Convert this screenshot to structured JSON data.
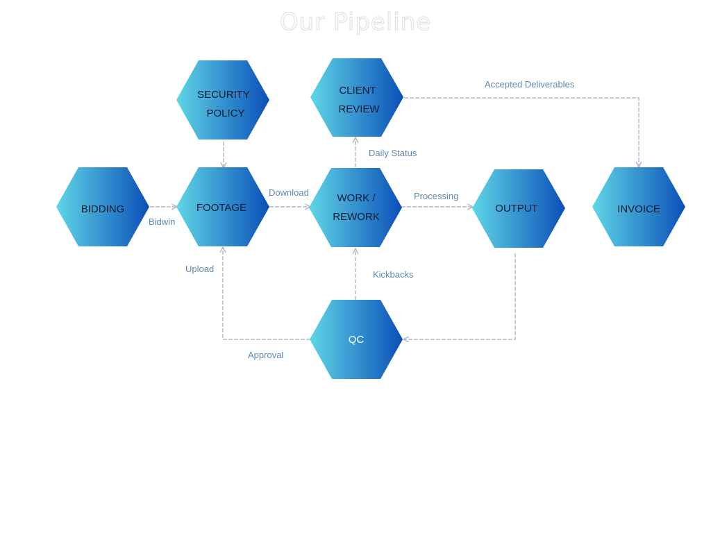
{
  "title": "Our Pipeline",
  "colors": {
    "hex_start": "#5fd6e6",
    "hex_end": "#0b4fb8",
    "connector": "#b5b7c9",
    "edge_label": "#5f88b0"
  },
  "nodes": {
    "security_policy": [
      "SECURITY",
      "POLICY"
    ],
    "client_review": [
      "CLIENT",
      "REVIEW"
    ],
    "bidding": [
      "BIDDING"
    ],
    "footage": [
      "FOOTAGE"
    ],
    "work_rework": [
      "WORK /",
      "REWORK"
    ],
    "output": [
      "OUTPUT"
    ],
    "invoice": [
      "INVOICE"
    ],
    "qc": [
      "QC"
    ]
  },
  "edges": {
    "accepted_deliverables": "Accepted Deliverables",
    "daily_status": "Daily Status",
    "download": "Download",
    "bidwin": "Bidwin",
    "processing": "Processing",
    "upload": "Upload",
    "kickbacks": "Kickbacks",
    "approval": "Approval"
  }
}
